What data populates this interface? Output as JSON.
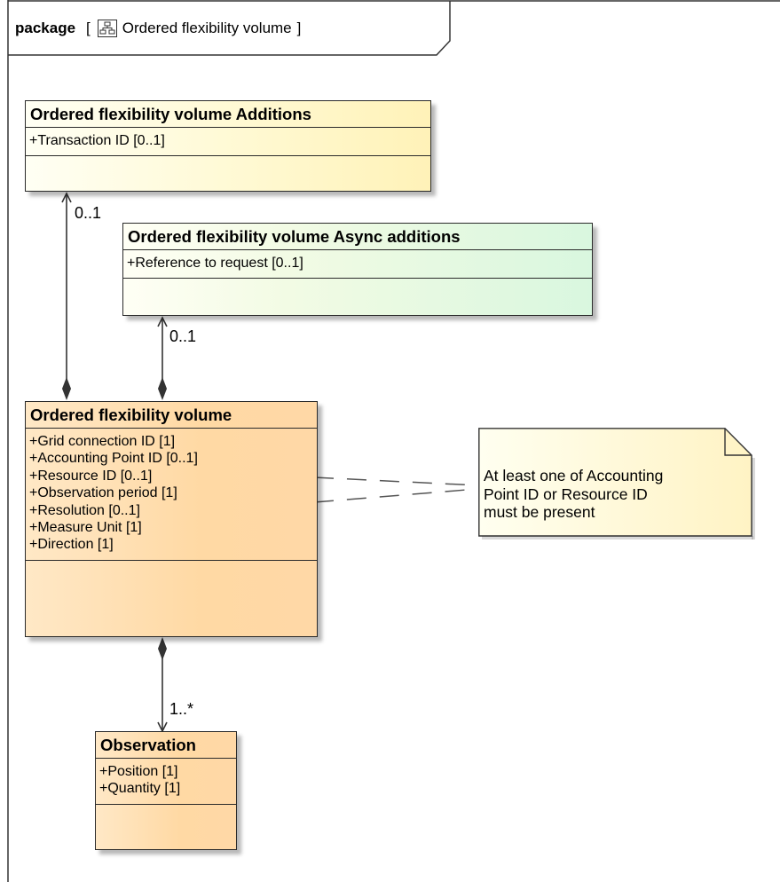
{
  "package": {
    "keyword": "package",
    "open_bracket": "[",
    "icon": "package-diagram-icon",
    "name": "Ordered flexibility volume",
    "close_bracket": "]"
  },
  "classes": {
    "additions": {
      "name": "Ordered flexibility volume Additions",
      "attributes": [
        "+Transaction ID [0..1]"
      ]
    },
    "async_additions": {
      "name": "Ordered flexibility volume Async additions",
      "attributes": [
        "+Reference to request [0..1]"
      ]
    },
    "main": {
      "name": "Ordered flexibility volume",
      "attributes": [
        "+Grid connection ID [1]",
        "+Accounting Point ID [0..1]",
        "+Resource ID [0..1]",
        "+Observation period [1]",
        "+Resolution [0..1]",
        "+Measure Unit [1]",
        "+Direction [1]"
      ]
    },
    "observation": {
      "name": "Observation",
      "attributes": [
        "+Position [1]",
        "+Quantity [1]"
      ]
    }
  },
  "multiplicities": {
    "additions": "0..1",
    "async_additions": "0..1",
    "observation": "1..*"
  },
  "note": {
    "text": "At least one of Accounting\nPoint ID or Resource ID\nmust be present"
  }
}
